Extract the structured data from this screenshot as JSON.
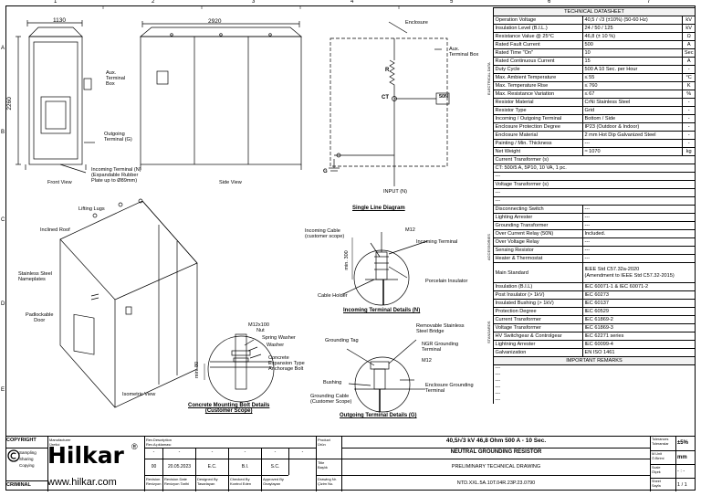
{
  "zones": {
    "top": [
      "1",
      "2",
      "3",
      "4",
      "5",
      "6",
      "7"
    ],
    "side": [
      "A",
      "B",
      "C",
      "D",
      "E"
    ]
  },
  "drawing": {
    "dim_width_front": "1130",
    "dim_width_side": "2920",
    "dim_height": "2260",
    "dim_300": "min. 300",
    "dim_80": "min. 80",
    "labels": {
      "aux_terminal_box_front": "Aux.\nTerminal\nBox",
      "outgoing_terminal": "Outgoing\nTerminal (G)",
      "incoming_terminal_note": "Incoming Terminal (N)\n(Expandable Rubber\nPlate up to Ø89mm)",
      "front_view": "Front View",
      "side_view": "Side View",
      "enclosure": "Enclosure",
      "aux_terminal_box_sld": "Aux.\nTerminal Box",
      "r": "R",
      "ct": "CT",
      "fifty_n": "50N",
      "g": "G",
      "input_n": "INPUT (N)",
      "single_line_diagram": "Single Line Diagram",
      "lifting_lugs": "Lifting Lugs",
      "inclined_roof": "Inclined Roof",
      "stainless_nameplates": "Stainless Steel\nNameplates",
      "padlockable_door": "Padlockable\nDoor",
      "isometric_view": "Isometric View",
      "incoming_cable": "Incoming Cable\n(customer scope)",
      "m12_a": "M12",
      "incoming_terminal": "Incoming Terminal",
      "porcelain_insulator": "Porcelain Insulator",
      "cable_holder": "Cable Holder",
      "incoming_details": "Incoming Terminal Details (N)",
      "m12x100": "M12x100",
      "nut": "Nut",
      "spring_washer": "Spring Washer",
      "washer": "Washer",
      "concrete": "Concrete\nExpansion Type\nAnchorage Bolt",
      "mounting_details": "Concrete Mounting Bolt Details\n(Customer Scope)",
      "grounding_tag": "Grounding Tag",
      "removable_bridge": "Removable Stainless\nSteel Bridge",
      "ngr_grounding": "NGR Grounding\nTerminal",
      "m12_b": "M12",
      "bushing": "Bushing",
      "grounding_cable": "Grounding Cable\n(Customer Scope)",
      "enclosure_grounding": "Enclosure Grounding\nTerminal",
      "outgoing_details": "Outgoing Terminal Details (G)"
    }
  },
  "datasheet": {
    "title": "TECHNICAL DATASHEET",
    "rows": [
      {
        "k": "Operation Voltage",
        "v": "40,5 / √3 (±10%) (50-60 Hz)",
        "u": "kV"
      },
      {
        "k": "Insulation Level (B.I.L.)",
        "v": "24 / 50 / 125",
        "u": "kV"
      },
      {
        "k": "Resistance Value @ 25°C",
        "v": "46,8  (± 10 %)",
        "u": "Ω"
      },
      {
        "k": "Rated Fault Current",
        "v": "500",
        "u": "A"
      },
      {
        "k": "Rated Time \"On\"",
        "v": "10",
        "u": "Sec"
      },
      {
        "k": "Rated Continuous Current",
        "v": "15",
        "u": "A"
      },
      {
        "k": "Duty Cycle",
        "v": "500 A 10 Sec. per Hour",
        "u": "-"
      },
      {
        "k": "Max. Ambient Temperature",
        "v": "≤ 55",
        "u": "°C"
      },
      {
        "k": "Max. Temperature Rise",
        "v": "≤ 760",
        "u": "K"
      },
      {
        "k": "Max. Resistance Variation",
        "v": "≤ 67",
        "u": "%"
      },
      {
        "k": "Resistor Material",
        "v": "CrNi Stainless Steel",
        "u": "-"
      },
      {
        "k": "Resistor Type",
        "v": "Grid",
        "u": "-"
      },
      {
        "k": "Incoming / Outgoing Terminal",
        "v": "Bottom / Side",
        "u": "-"
      },
      {
        "k": "Enclosure Protection Degree",
        "v": "IP23                 (Outdoor & Indoor)",
        "u": "-"
      },
      {
        "k": "Enclosure Material",
        "v": "2 mm Hot Dip Galvanized Steel",
        "u": "-"
      },
      {
        "k": "Painting / Min. Thickness",
        "v": "---",
        "u": "-"
      },
      {
        "k": "Net Weight",
        "v": "≈ 1070",
        "u": "kg"
      }
    ],
    "ct_title": "Current Transformer (s)",
    "ct_value": "CT: 500/5 A, 5P10, 10 VA, 1 pc.",
    "ct_dash": "---",
    "vt_title": "Voltage Transformer (s)",
    "vt_dash1": "---",
    "vt_dash2": "---",
    "acc_rows": [
      {
        "k": "Disconnecting Switch",
        "v": "---"
      },
      {
        "k": "Lighting Arrester",
        "v": "---"
      },
      {
        "k": "Grounding Transformer",
        "v": "---"
      },
      {
        "k": "Over Current Relay (50N)",
        "v": "Included."
      },
      {
        "k": "Over Voltage Relay",
        "v": "---"
      },
      {
        "k": "Sensing Resistor",
        "v": "---"
      },
      {
        "k": "Heater & Thermostat",
        "v": "---"
      }
    ],
    "main_standard_k": "Main Standard",
    "main_standard_v": "IEEE Std C57.32a-2020\n(Amendment to IEEE Std C57.32-2015)",
    "std_rows": [
      {
        "k": "Insulation (B.I.L)",
        "v": "IEC 60071-1 & IEC 60071-2"
      },
      {
        "k": "Post Insulator (> 1kV)",
        "v": "IEC 60273"
      },
      {
        "k": "Insulated Bushing (> 1kV)",
        "v": "IEC 60137"
      },
      {
        "k": "Protection Degree",
        "v": "IEC 60529"
      },
      {
        "k": "Current Transformer",
        "v": "IEC 61869-2"
      },
      {
        "k": "Voltage Transformer",
        "v": "IEC 61869-3"
      },
      {
        "k": "HV Switchgear & Controlgear",
        "v": "IEC 62271 series"
      },
      {
        "k": "Lightning Arrester",
        "v": "IEC 60099-4"
      },
      {
        "k": "Galvanization",
        "v": "EN ISO 1461"
      }
    ],
    "remarks_title": "IMPORTANT REMARKS",
    "remarks": [
      "---",
      "---",
      "---",
      "---",
      "---",
      "---"
    ],
    "side_labels": [
      "ELECTRICAL DATA",
      "ACCESSORIES",
      "STANDARDS"
    ]
  },
  "titleblock": {
    "copyright": "COPYRIGHT",
    "sampling": "Sampling",
    "sharing": "Sharing",
    "copying": "Copying",
    "criminal": "CRIMINAL",
    "logo": "Hilkar",
    "reg": "®",
    "website": "www.hilkar.com",
    "manufacturer": "Manufacturer\nÜretici",
    "rev_desc": "Rev.Description\nRev.Açıklaması",
    "dash": "-",
    "rev_no": "00",
    "rev_date": "20.05.2023",
    "designed_by": "E.C.",
    "checked_by": "B.I.",
    "approved_by": "S.C.",
    "h_revision": "Revision\nRevizyon",
    "h_revision_date": "Revision Date\nRevizyon Tarihi",
    "h_designed": "Designed By\nTasarlayan",
    "h_checked": "Checked By\nKontrol Eden",
    "h_approved": "Approved By\nOnaylayan",
    "product_lbl": "Product\nÜrün",
    "product_val": "40,5/√3 kV 46,8 Ohm 500 A - 10 Sec.",
    "product_name": "NEUTRAL GROUNDING RESISTOR",
    "title_lbl": "Title\nBaşlık",
    "title_val": "PRELIMINARY TECHNICAL DRAWING",
    "drawing_nr_lbl": "Drawing Nr.\nÇizim No.",
    "drawing_nr": "NTD.XXL.5A.10T.04R.23P.23.0790",
    "tol_lbl": "Tolerances\nToleranslar",
    "tol_val": "±5%",
    "units_lbl": "M.Unit\nÖ.Birimi",
    "units_val": "mm",
    "scale_lbl": "Scale\nÖlçek",
    "scale_val": "- : -",
    "sheet_lbl": "Sheet\nSayfa",
    "sheet_val": "1 / 1"
  }
}
